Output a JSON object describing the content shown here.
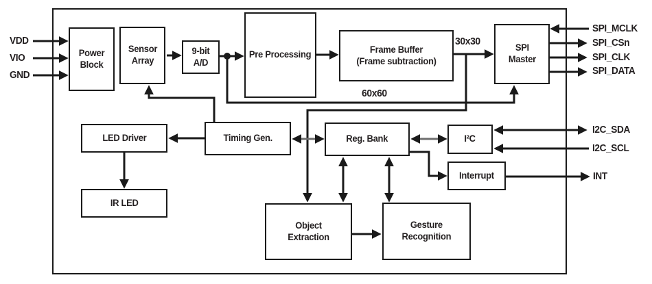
{
  "diagram_type": "block-diagram",
  "blocks": {
    "power_block": "Power\nBlock",
    "sensor_array": "Sensor\nArray",
    "adc": "9-bit\nA/D",
    "pre_processing": "Pre Processing",
    "frame_buffer": "Frame Buffer\n(Frame subtraction)",
    "spi_master": "SPI\nMaster",
    "led_driver": "LED Driver",
    "timing_gen": "Timing Gen.",
    "reg_bank": "Reg. Bank",
    "i2c": "I²C",
    "interrupt": "Interrupt",
    "ir_led": "IR LED",
    "object_extraction": "Object\nExtraction",
    "gesture_recognition": "Gesture\nRecognition"
  },
  "pins": {
    "left": [
      "VDD",
      "VIO",
      "GND"
    ],
    "right": [
      "SPI_MCLK",
      "SPI_CSn",
      "SPI_CLK",
      "SPI_DATA",
      "I2C_SDA",
      "I2C_SCL",
      "INT"
    ]
  },
  "annotations": {
    "bus_30": "30x30",
    "bus_60": "60x60"
  },
  "colors": {
    "line": "#1a1a1a",
    "gray_link": "#6e6e6e",
    "text": "#231f20",
    "background": "#ffffff"
  }
}
